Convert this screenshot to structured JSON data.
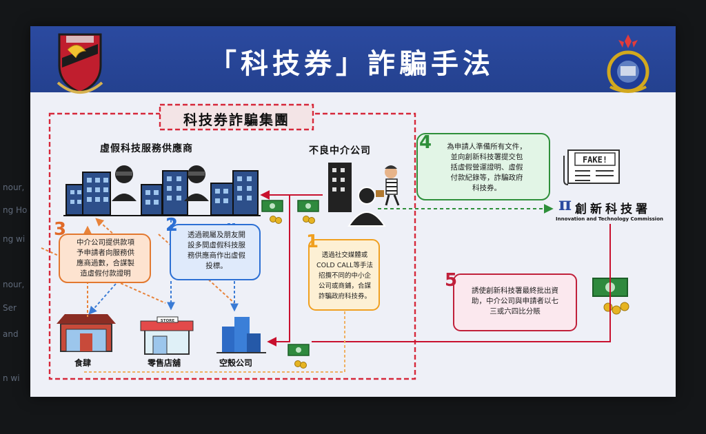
{
  "slide": {
    "title": "「科技券」詐騙手法",
    "group_label": "科技券詐騙集團",
    "supplier_label": "虛假科技服務供應商",
    "agency_label": "不良中介公司",
    "fake_label": "FAKE!",
    "itc_symbol": "π",
    "itc_name_zh": "創新科技署",
    "itc_name_en": "Innovation and Technology Commission",
    "store_sign": "STORE",
    "steps": [
      {
        "num": "1",
        "color": "#f0a020",
        "text": "透過社交媒體或\nCOLD CALL等手法\n招攬不同的中小企\n公司或商鋪，合謀\n詐騙政府科技券。"
      },
      {
        "num": "2",
        "color": "#2b6fd4",
        "text": "透過親屬及朋友開\n設多間虛假科技服\n務供應商作出虛假\n投標。"
      },
      {
        "num": "3",
        "color": "#e06a28",
        "text": "中介公司提供款項\n予申請者向服務供\n應商過數，合謀製\n造虛假付款證明"
      },
      {
        "num": "4",
        "color": "#2e8f3a",
        "text": "為申請人準備所有文件，\n並向創新科技署提交包\n括虛假營運證明、虛假\n付款紀錄等，詐騙政府\n科技券。"
      },
      {
        "num": "5",
        "color": "#c0203a",
        "text": "誘使創新科技署最終批出資\n助，中介公司與申請者以七\n三或六四比分賬"
      }
    ],
    "applicants": [
      "食肆",
      "零售店舖",
      "空殼公司"
    ],
    "side_fragments": [
      "nour,",
      "ng Ho",
      "ng wi",
      "nour,",
      "Ser",
      "and",
      "n wi"
    ]
  }
}
